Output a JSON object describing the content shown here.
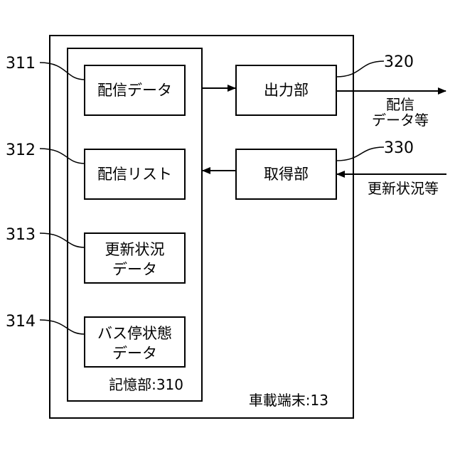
{
  "terminal": {
    "label": "車載端末:13"
  },
  "storage": {
    "label": "記憶部:310",
    "items": [
      {
        "ref": "311",
        "lines": [
          "配信データ"
        ]
      },
      {
        "ref": "312",
        "lines": [
          "配信リスト"
        ]
      },
      {
        "ref": "313",
        "lines": [
          "更新状況",
          "データ"
        ]
      },
      {
        "ref": "314",
        "lines": [
          "バス停状態",
          "データ"
        ]
      }
    ]
  },
  "output_unit": {
    "ref": "320",
    "label": "出力部",
    "signal_lines": [
      "配信",
      "データ等"
    ]
  },
  "acquisition_unit": {
    "ref": "330",
    "label": "取得部",
    "signal_lines": [
      "更新状況等"
    ]
  }
}
